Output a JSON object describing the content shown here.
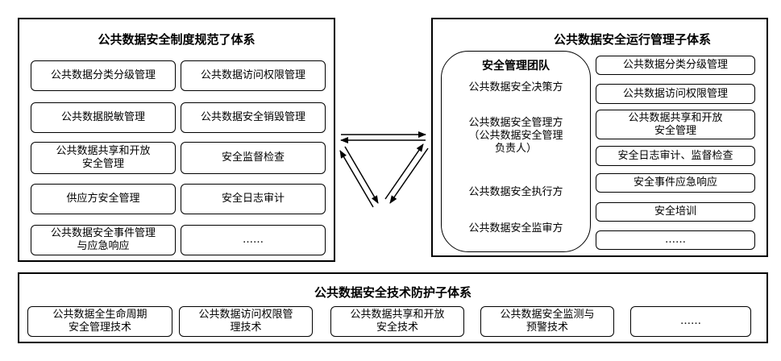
{
  "left_panel": {
    "title": "公共数据安全制度规范了体系",
    "items": [
      "公共数据分类分级管理",
      "公共数据访问权限管理",
      "公共数据脱敏管理",
      "公共数据安全销毁管理",
      "公共数据共享和开放\n安全管理",
      "安全监督检查",
      "供应方安全管理",
      "安全日志审计",
      "公共数据安全事件管理\n与应急响应",
      "……"
    ]
  },
  "right_panel": {
    "title": "公共数据安全运行管理子体系",
    "team": {
      "title": "安全管理团队",
      "roles": [
        "公共数据安全决策方",
        "公共数据安全管理方\n（公共数据安全管理\n负责人）",
        "公共数据安全执行方",
        "公共数据安全监审方"
      ]
    },
    "items": [
      "公共数据分类分级管理",
      "公共数据访问权限管理",
      "公共数据共享和开放\n安全管理",
      "安全日志审计、监督检查",
      "安全事件应急响应",
      "安全培训",
      "……"
    ]
  },
  "bottom_panel": {
    "title": "公共数据安全技术防护子体系",
    "items": [
      "公共数据全生命周期\n安全管理技术",
      "公共数据访问权限管\n理技术",
      "公共数据共享和开放\n安全技术",
      "公共数据安全监测与\n预警技术",
      "……"
    ]
  }
}
